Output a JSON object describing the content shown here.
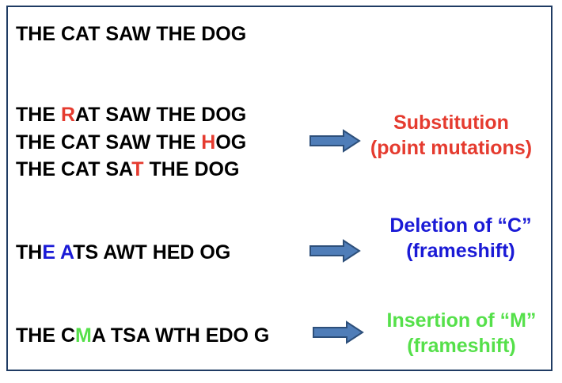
{
  "colors": {
    "substitution": "#e53b2f",
    "deletion": "#1a1ad6",
    "insertion": "#55e04a",
    "arrow_fill": "#4f7db8",
    "arrow_stroke": "#2d4f7a"
  },
  "original": {
    "segments": [
      {
        "t": "THE CAT SAW THE DOG",
        "c": ""
      }
    ]
  },
  "substitutions": [
    {
      "segments": [
        {
          "t": "THE ",
          "c": ""
        },
        {
          "t": "R",
          "c": "substitution"
        },
        {
          "t": "AT SAW THE DOG",
          "c": ""
        }
      ]
    },
    {
      "segments": [
        {
          "t": "THE CAT SAW THE ",
          "c": ""
        },
        {
          "t": "H",
          "c": "substitution"
        },
        {
          "t": "OG",
          "c": ""
        }
      ]
    },
    {
      "segments": [
        {
          "t": "THE CAT SA",
          "c": ""
        },
        {
          "t": "T",
          "c": "substitution"
        },
        {
          "t": " THE DOG",
          "c": ""
        }
      ]
    }
  ],
  "deletion": {
    "segments": [
      {
        "t": "TH",
        "c": ""
      },
      {
        "t": "E",
        "c": "deletion"
      },
      {
        "t": " ",
        "c": ""
      },
      {
        "t": "A",
        "c": "deletion"
      },
      {
        "t": "TS AWT HED OG",
        "c": ""
      }
    ]
  },
  "insertion": {
    "segments": [
      {
        "t": "THE C",
        "c": ""
      },
      {
        "t": "M",
        "c": "insertion"
      },
      {
        "t": "A TSA WTH EDO G",
        "c": ""
      }
    ]
  },
  "labels": {
    "substitution": {
      "line1": "Substitution",
      "line2": "(point mutations)"
    },
    "deletion": {
      "line1": "Deletion of “C”",
      "line2": "(frameshift)"
    },
    "insertion": {
      "line1": "Insertion of “M”",
      "line2": "(frameshift)"
    }
  }
}
